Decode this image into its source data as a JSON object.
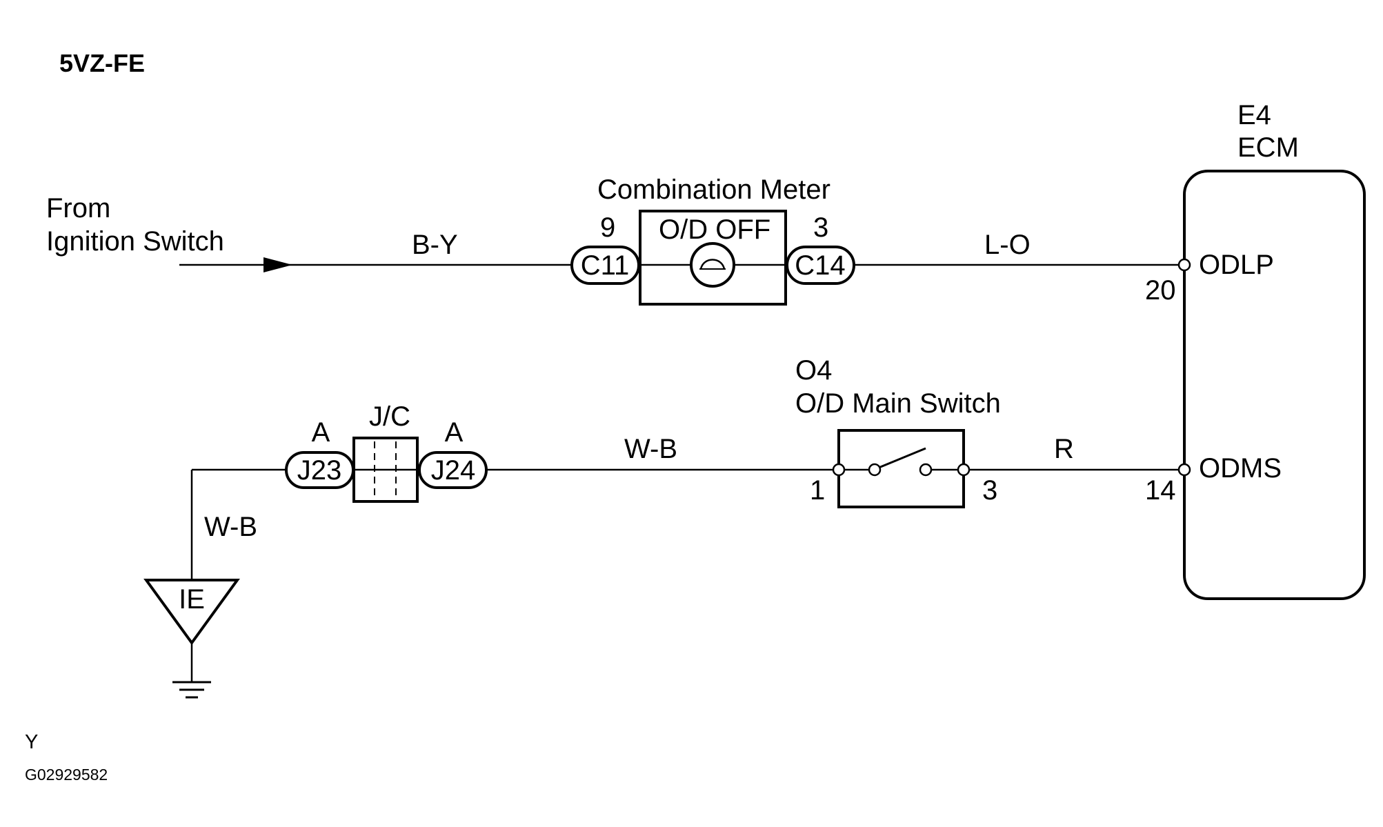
{
  "header": {
    "engine": "5VZ-FE"
  },
  "source": {
    "line1": "From",
    "line2": "Ignition Switch"
  },
  "wires": {
    "ignition_to_meter": "B-Y",
    "meter_to_ecm": "L-O",
    "jc_to_switch": "W-B",
    "switch_to_ecm": "R",
    "ground_lead": "W-B"
  },
  "combination_meter": {
    "title": "Combination Meter",
    "lamp_label": "O/D OFF",
    "left_connector": "C11",
    "left_pin": "9",
    "right_connector": "C14",
    "right_pin": "3"
  },
  "ecm": {
    "code": "E4",
    "name": "ECM",
    "pin_top_name": "ODLP",
    "pin_top_number": "20",
    "pin_bottom_name": "ODMS",
    "pin_bottom_number": "14"
  },
  "junction": {
    "label": "J/C",
    "left_connector": "J23",
    "left_letter": "A",
    "right_connector": "J24",
    "right_letter": "A"
  },
  "main_switch": {
    "code": "O4",
    "name": "O/D Main Switch",
    "pin_left": "1",
    "pin_right": "3"
  },
  "ground": {
    "label": "IE"
  },
  "footer": {
    "code": "Y",
    "figure_id": "G02929582"
  }
}
